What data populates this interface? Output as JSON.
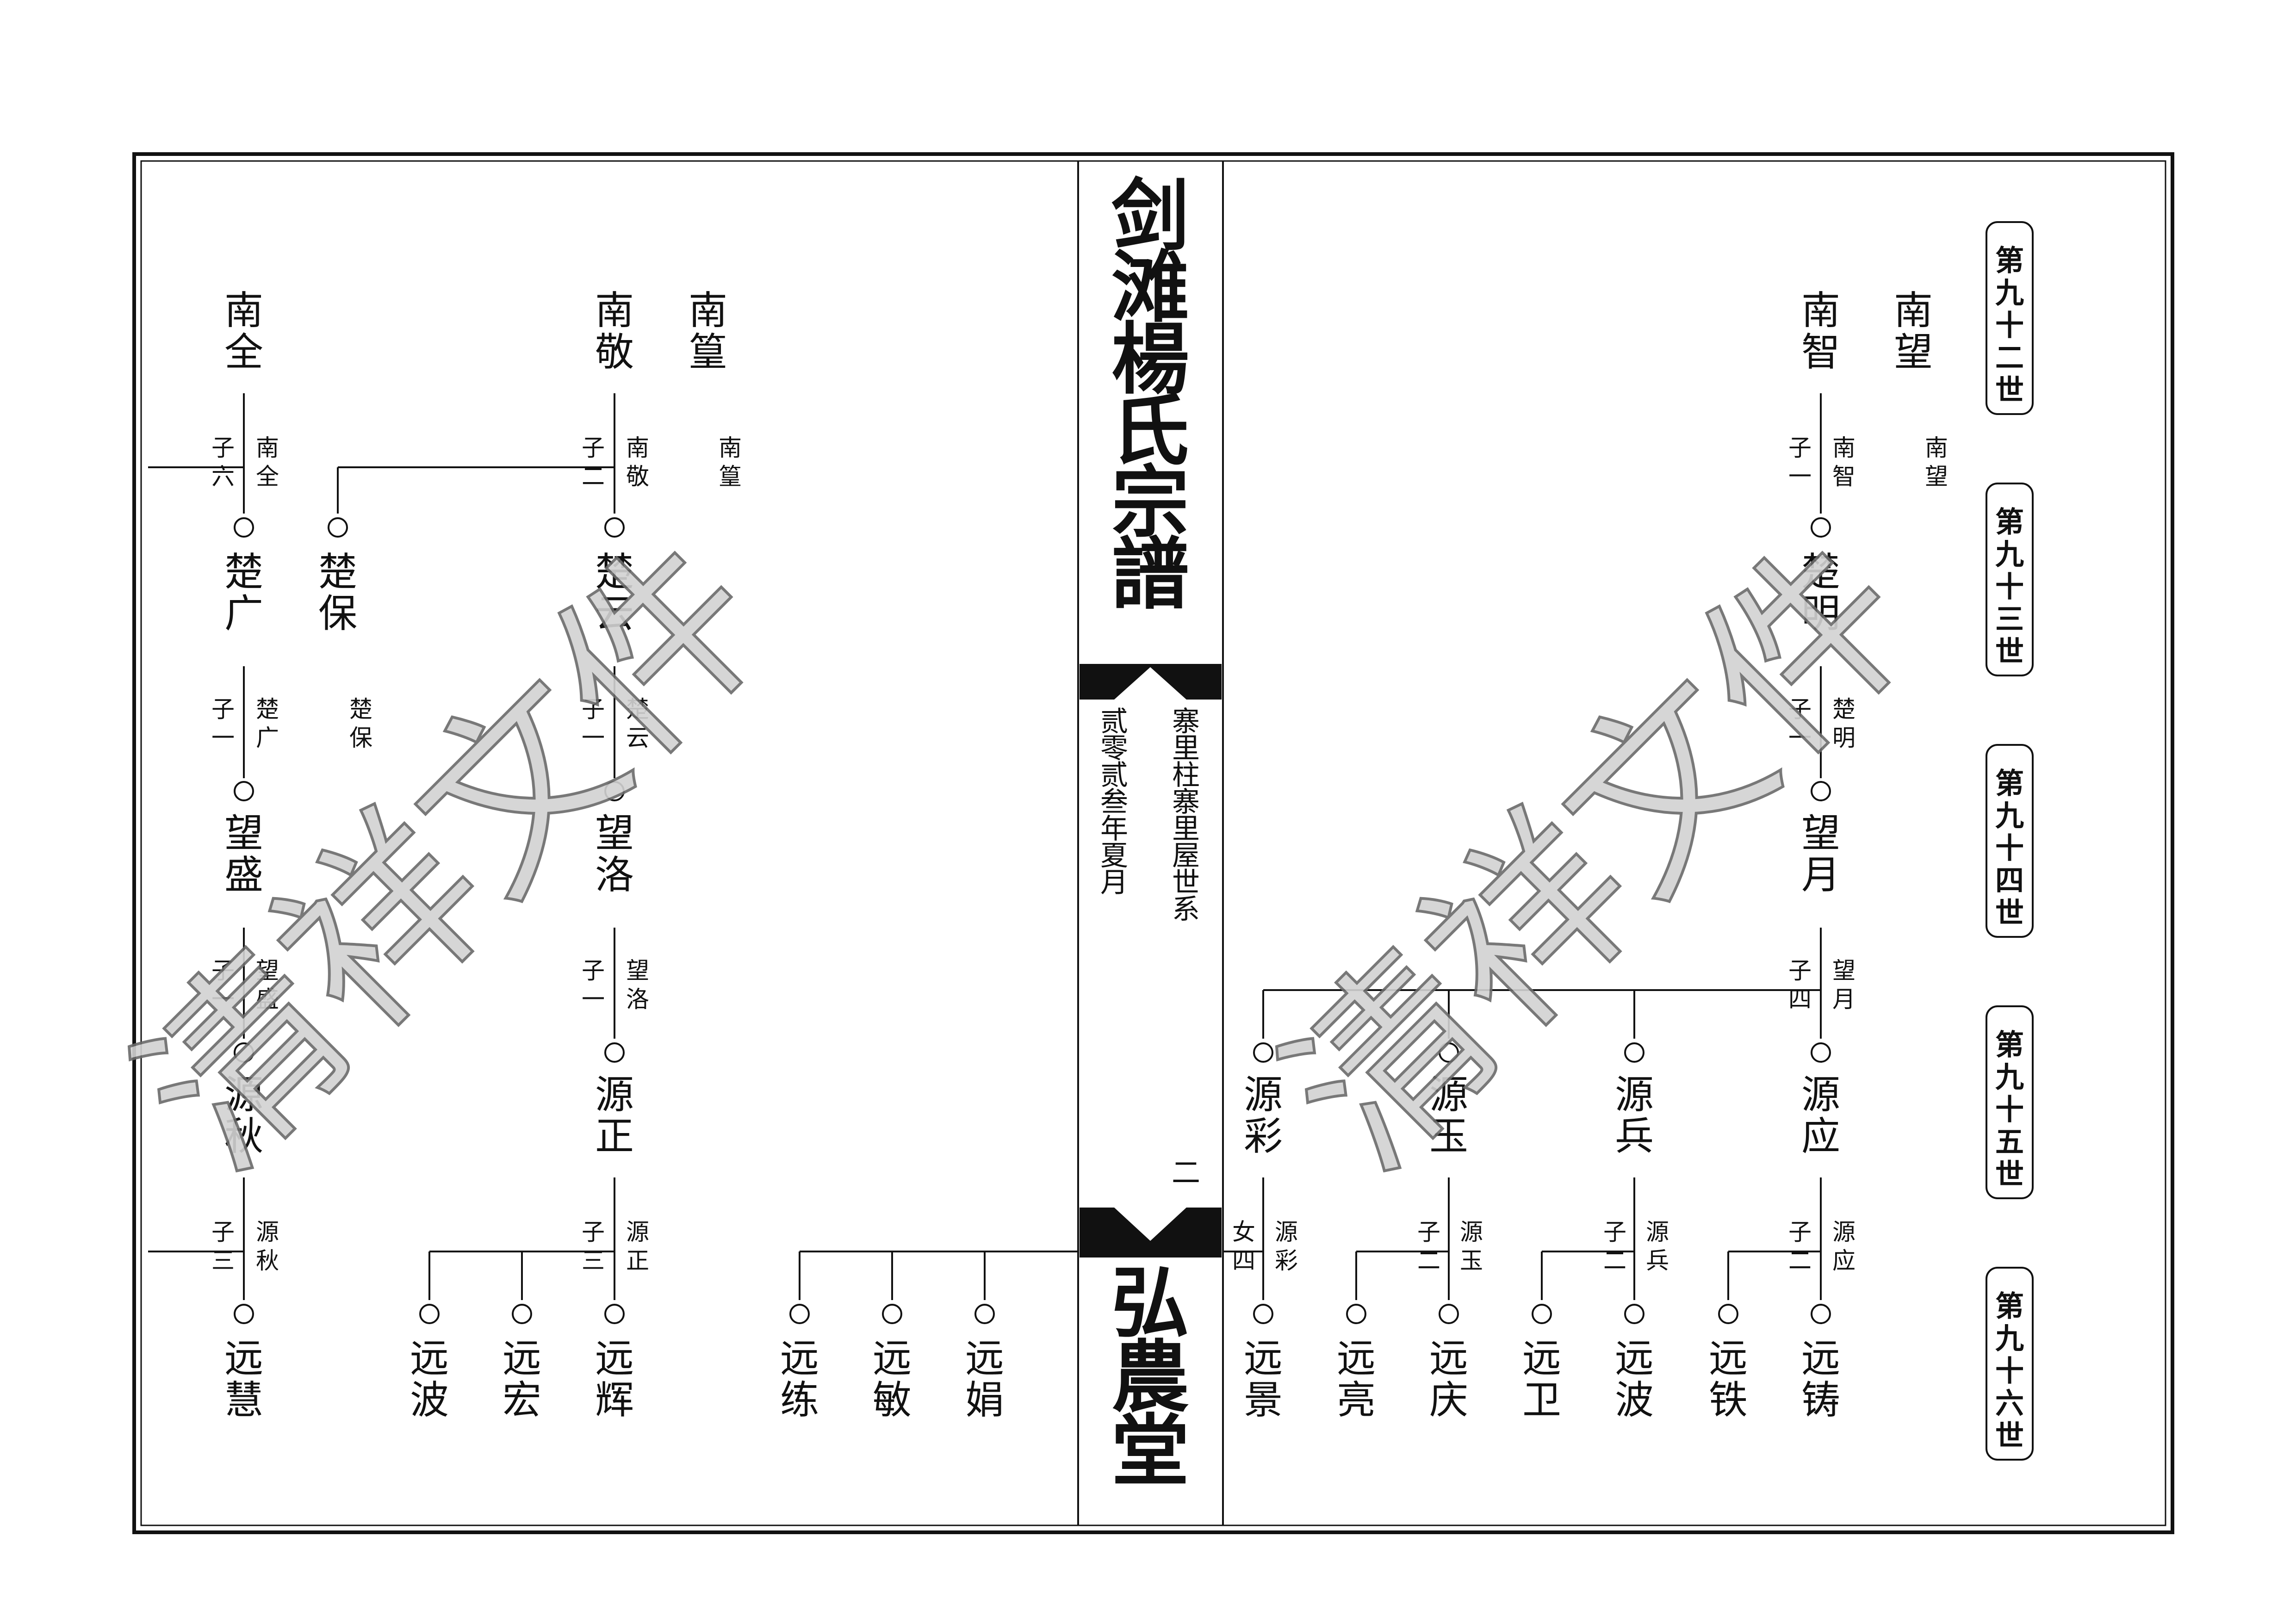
{
  "spine": {
    "title": [
      "剑",
      "滩",
      "楊",
      "氏",
      "宗",
      "譜"
    ],
    "branch": [
      "寨",
      "里",
      "柱",
      "寨",
      "里",
      "屋",
      "世",
      "系"
    ],
    "date": [
      "贰",
      "零",
      "贰",
      "叁",
      "年",
      "夏",
      "月"
    ],
    "page_number": "二",
    "hall": [
      "弘",
      "農",
      "堂"
    ]
  },
  "generations": [
    "第九十二世",
    "第九十三世",
    "第九十四世",
    "第九十五世",
    "第九十六世"
  ],
  "watermark": [
    "清",
    "祥",
    "文",
    "件"
  ],
  "names": {
    "nanquan": [
      "南",
      "全"
    ],
    "nanjing": [
      "南",
      "敬"
    ],
    "nanhuang": [
      "南",
      "篁"
    ],
    "nanzhi": [
      "南",
      "智"
    ],
    "nanwang": [
      "南",
      "望"
    ],
    "chuguang": [
      "楚",
      "广"
    ],
    "chubao": [
      "楚",
      "保"
    ],
    "chuyun": [
      "楚",
      "云"
    ],
    "chuming": [
      "楚",
      "明"
    ],
    "wangsheng": [
      "望",
      "盛"
    ],
    "wangluo": [
      "望",
      "洛"
    ],
    "wangyue": [
      "望",
      "月"
    ],
    "yuanqiu": [
      "源",
      "秋"
    ],
    "yuanzheng": [
      "源",
      "正"
    ],
    "yuancai": [
      "源",
      "彩"
    ],
    "yuanyu": [
      "源",
      "玉"
    ],
    "yuanbing": [
      "源",
      "兵"
    ],
    "yuanying": [
      "源",
      "应"
    ],
    "yuanhui_l": [
      "远",
      "慧"
    ],
    "yuanbo_l": [
      "远",
      "波"
    ],
    "yuanhong": [
      "远",
      "宏"
    ],
    "yuanhui": [
      "远",
      "辉"
    ],
    "yuanlian": [
      "远",
      "练"
    ],
    "yuanmin": [
      "远",
      "敏"
    ],
    "yuanjuan": [
      "远",
      "娟"
    ],
    "yuanjing": [
      "远",
      "景"
    ],
    "yuanliang": [
      "远",
      "亮"
    ],
    "yuanqing": [
      "远",
      "庆"
    ],
    "yuanwei": [
      "远",
      "卫"
    ],
    "yuanbo_r": [
      "远",
      "波"
    ],
    "yuantie": [
      "远",
      "铁"
    ],
    "yuanzhu": [
      "远",
      "铸"
    ]
  },
  "notes": {
    "zi_liu": [
      "子",
      "六"
    ],
    "zi_er": [
      "子",
      "二"
    ],
    "zi_yi": [
      "子",
      "一"
    ],
    "zi_san": [
      "子",
      "三"
    ],
    "zi_si": [
      "子",
      "四"
    ],
    "nv_si": [
      "女",
      "四"
    ],
    "nanquan": [
      "南",
      "全"
    ],
    "nanjing": [
      "南",
      "敬"
    ],
    "nanhuang": [
      "南",
      "篁"
    ],
    "nanzhi": [
      "南",
      "智"
    ],
    "nanwang": [
      "南",
      "望"
    ],
    "chuguang": [
      "楚",
      "广"
    ],
    "chubao": [
      "楚",
      "保"
    ],
    "chuyun": [
      "楚",
      "云"
    ],
    "chuming": [
      "楚",
      "明"
    ],
    "wangsheng": [
      "望",
      "盛"
    ],
    "wangluo": [
      "望",
      "洛"
    ],
    "wangyue": [
      "望",
      "月"
    ],
    "yuanqiu": [
      "源",
      "秋"
    ],
    "yuanzheng": [
      "源",
      "正"
    ],
    "yuancai": [
      "源",
      "彩"
    ],
    "yuanyu": [
      "源",
      "玉"
    ],
    "yuanbing": [
      "源",
      "兵"
    ],
    "yuanying": [
      "源",
      "应"
    ]
  }
}
